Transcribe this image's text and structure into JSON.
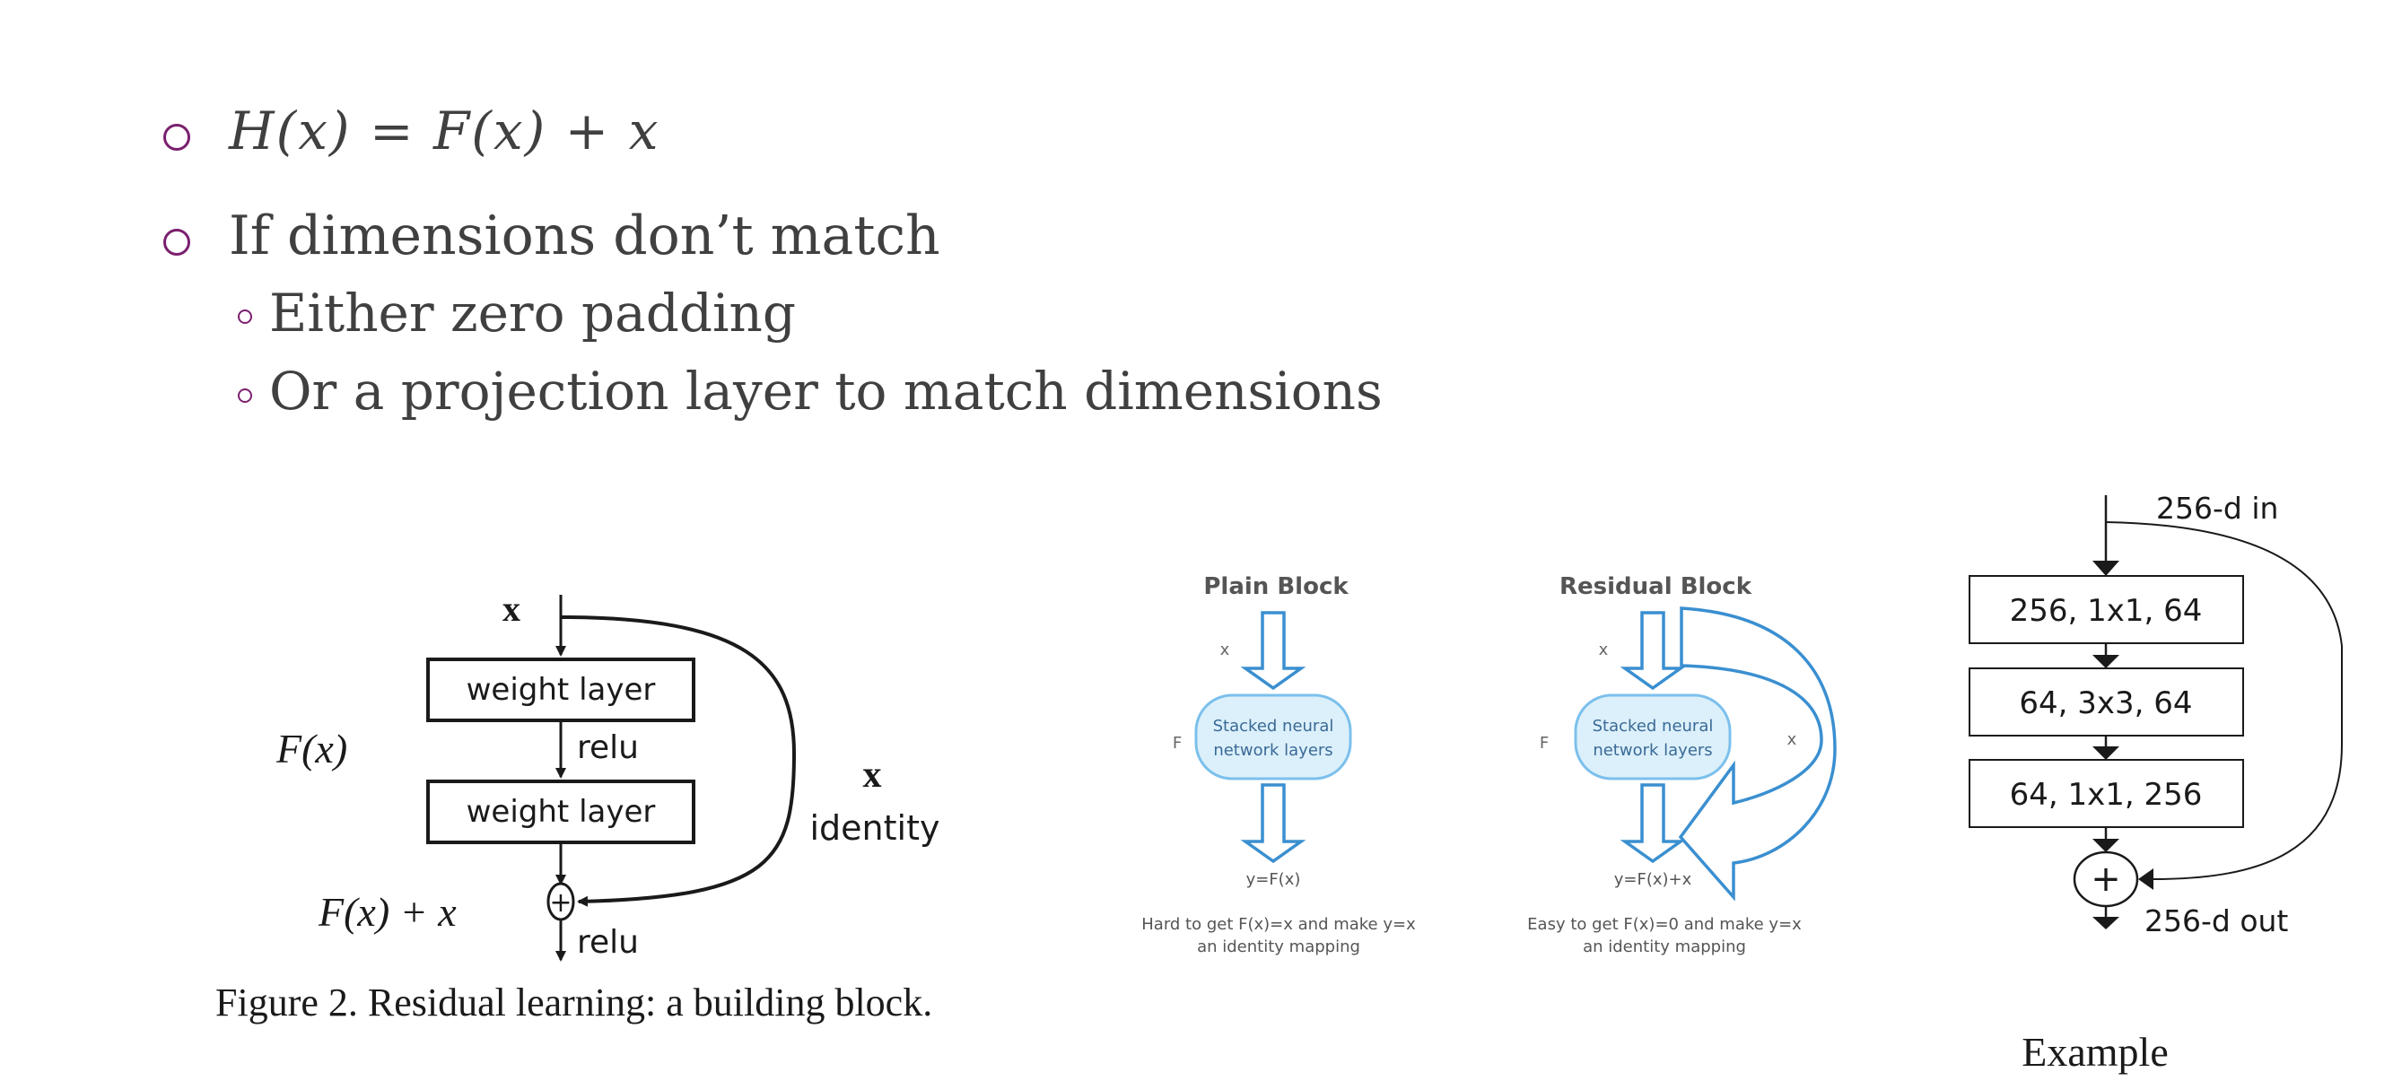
{
  "slide": {
    "bullets": [
      {
        "level": 1,
        "text": "H(x) = F(x) + x",
        "is_math": true
      },
      {
        "level": 1,
        "text": "If dimensions don’t match"
      },
      {
        "level": 2,
        "text": "Either zero padding"
      },
      {
        "level": 2,
        "text": "Or a projection layer to match dimensions"
      }
    ],
    "colors": {
      "bullet": "#7a1f6e",
      "text": "#404040",
      "diagram_blue": "#3a8fd0",
      "layer_fill": "#dcf0fb"
    }
  },
  "figure2": {
    "input_label": "x",
    "layer1": "weight layer",
    "relu_mid": "relu",
    "layer2": "weight layer",
    "fx_label": "F(x)",
    "skip_label": "x",
    "identity_label": "identity",
    "sum_label": "F(x) + x",
    "plus": "+",
    "relu_out": "relu",
    "caption": "Figure 2. Residual learning: a building block."
  },
  "plain_block": {
    "title": "Plain Block",
    "x_label": "x",
    "f_label": "F",
    "layer_text_1": "Stacked neural",
    "layer_text_2": "network layers",
    "output": "y=F(x)",
    "note_1": "Hard to get F(x)=x and make y=x",
    "note_2": "an identity mapping"
  },
  "residual_block": {
    "title": "Residual Block",
    "x_label": "x",
    "f_label": "F",
    "skip_label": "x",
    "layer_text_1": "Stacked neural",
    "layer_text_2": "network layers",
    "output": "y=F(x)+x",
    "note_1": "Easy to get F(x)=0 and make y=x",
    "note_2": "an identity mapping"
  },
  "bottleneck": {
    "input": "256-d in",
    "layers": [
      "256, 1x1, 64",
      "64, 3x3, 64",
      "64, 1x1, 256"
    ],
    "plus": "+",
    "output": "256-d out",
    "caption": "Example"
  }
}
